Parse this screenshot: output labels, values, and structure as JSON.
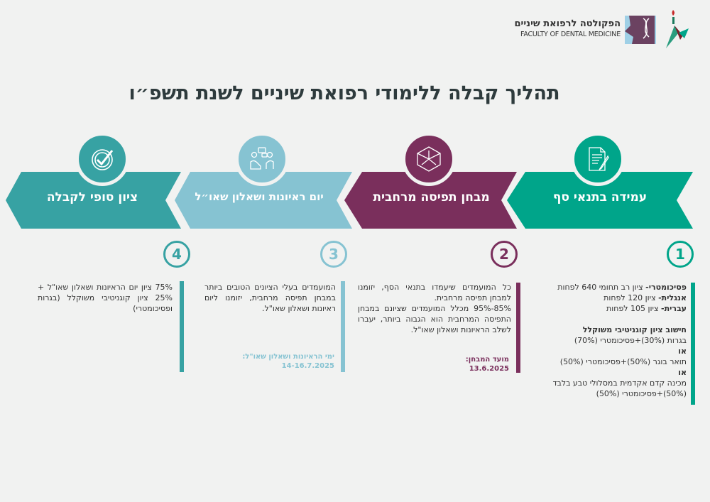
{
  "header": {
    "logo_he": "הפקולטה לרפואת שיניים",
    "logo_en": "FACULTY OF DENTAL MEDICINE"
  },
  "title": "תהליך קבלה ללימודי רפואת שיניים לשנת תשפ״ו",
  "colors": {
    "step1": "#00a58a",
    "step2": "#7a2f5c",
    "step3": "#86c3d2",
    "step4": "#37a2a3"
  },
  "steps": [
    {
      "number": "1",
      "label": "עמידה בתנאי סף",
      "icon": "document-pencil-icon",
      "lines": [
        {
          "bold": "פסיכומטרי-",
          "text": " ציון רב תחומי 640 לפחות"
        },
        {
          "bold": "אנגלית-",
          "text": " ציון 120 לפחות"
        },
        {
          "bold": "עברית-",
          "text": " ציון 105 לפחות"
        }
      ],
      "weighted_title": "חישוב ציון קוגניטיבי משוקלל",
      "opt1": "בגרות (30%)+פסיכומטרי (70%)",
      "or": "או",
      "opt2": "תואר בוגר (50%)+פסיכומטרי (50%)",
      "opt3": "מכינה קדם אקדמית במסלולי טבע בלבד (50%)+פסיכומטרי (50%)"
    },
    {
      "number": "2",
      "label": "מבחן תפיסה מרחבית",
      "icon": "cube-icon",
      "p1": "כל המועמדים שיעמדו בתנאי הסף, יזומנו למבחן תפיסה מרחבית.",
      "p2": "85%-95% מכלל המועמדים שציונם במבחן התפיסה המרחבית הוא הגבוה ביותר, יעברו לשלב הראיונות ושאלון שאו\"ל.",
      "date_label": "מועד המבחן:",
      "date": "13.6.2025"
    },
    {
      "number": "3",
      "label": "יום ראיונות ושאלון שאו״ל",
      "icon": "interview-icon",
      "p1": "המועמדים בעלי הציונים הטובים ביותר במבחן תפיסה מרחבית, יזומנו ליום ראיונות ושאלון שאו\"ל.",
      "date_label": "ימי הראיונות ושאלון שאו\"ל:",
      "date": "14-16.7.2025"
    },
    {
      "number": "4",
      "label": "ציון סופי לקבלה",
      "icon": "check-badge-icon",
      "p1": "75% ציון יום הראיונות ושאלון שאו\"ל + 25% ציון קוגניטיבי משוקלל (בגרות ופסיכומטרי)"
    }
  ]
}
